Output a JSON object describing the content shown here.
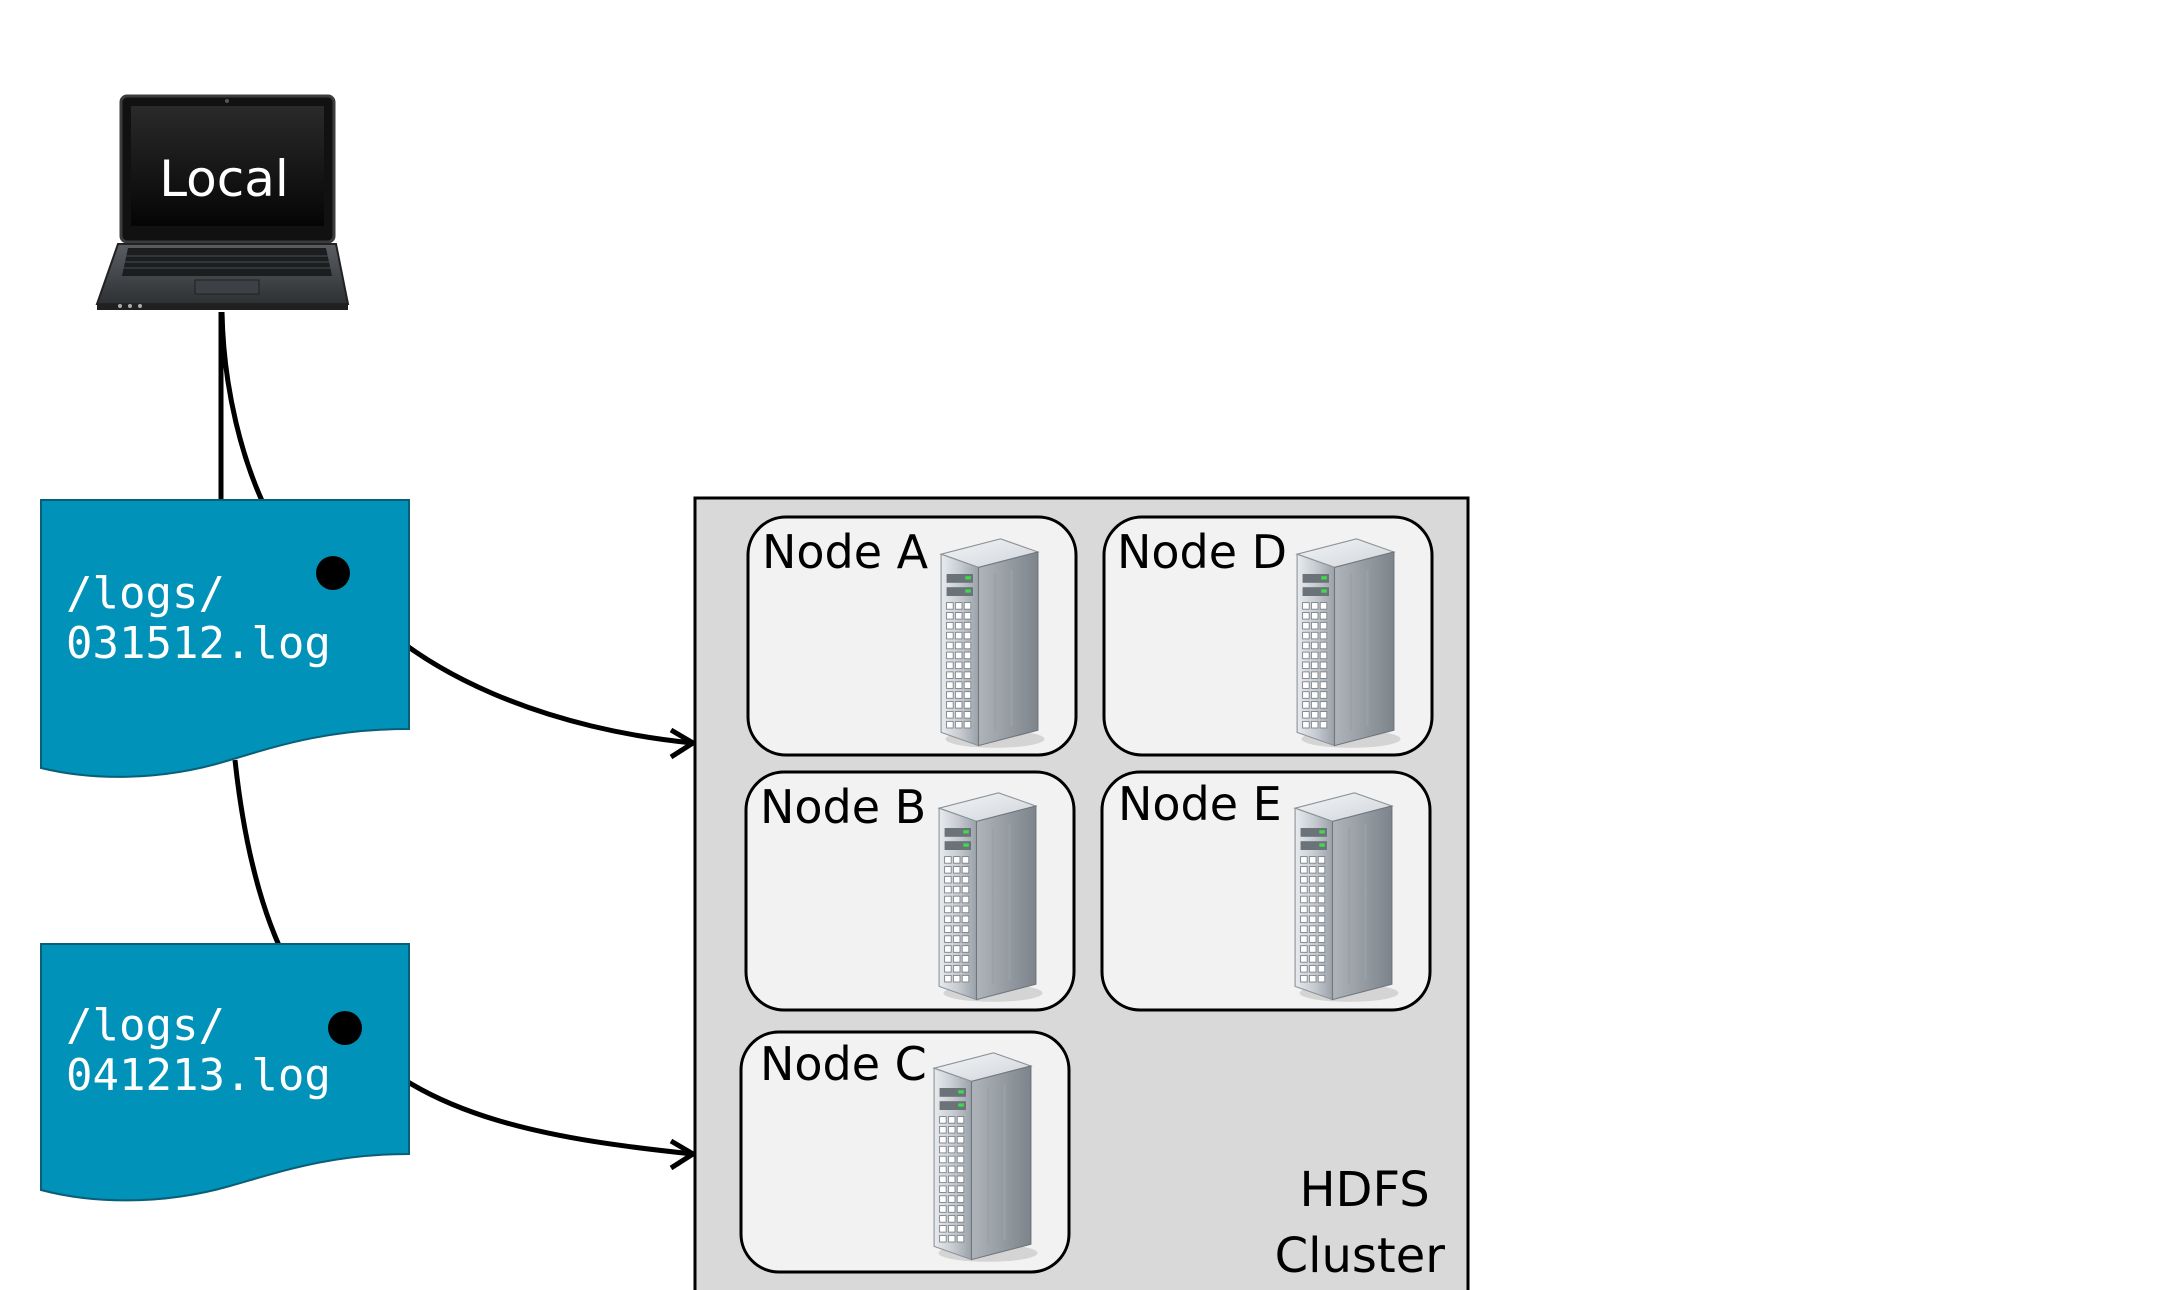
{
  "local_label": "Local",
  "documents": [
    {
      "line1": "/logs/",
      "line2": "031512.log"
    },
    {
      "line1": "/logs/",
      "line2": "041213.log"
    }
  ],
  "cluster": {
    "label_line1": "HDFS",
    "label_line2": "Cluster"
  },
  "nodes": [
    {
      "label": "Node A"
    },
    {
      "label": "Node D"
    },
    {
      "label": "Node B"
    },
    {
      "label": "Node E"
    },
    {
      "label": "Node C"
    }
  ],
  "colors": {
    "document_fill": "#0092B8",
    "cluster_fill": "#D9D9D9",
    "node_fill": "#F2F2F2",
    "line": "#000000"
  },
  "icons": {
    "laptop": "laptop-icon",
    "server": "server-tower-icon"
  }
}
